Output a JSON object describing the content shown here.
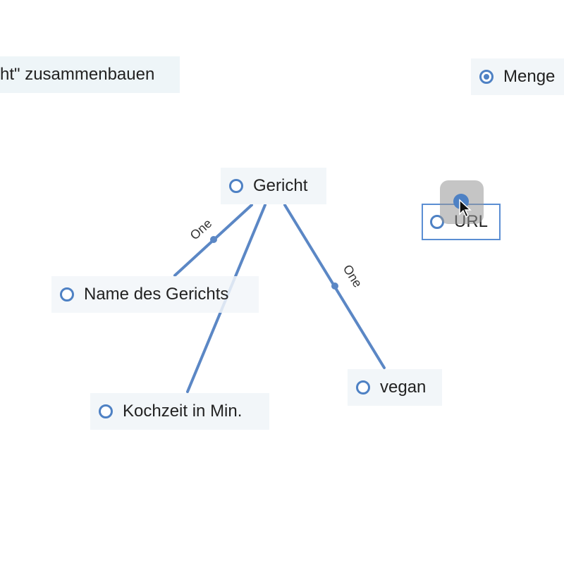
{
  "title_fragment": "ht\" zusammenbauen",
  "nodes": {
    "gericht": "Gericht",
    "name": "Name des Gerichts",
    "kochzeit": "Kochzeit in Min.",
    "vegan": "vegan",
    "url": "URL",
    "menge": "Menge"
  },
  "edge_labels": {
    "gericht_name": "One",
    "gericht_vegan": "One"
  },
  "colors": {
    "edge": "#5b87c5",
    "radio": "#4e81c4",
    "node_bg": "#f2f6f9"
  },
  "icons": [
    "radio-empty-icon",
    "radio-checked-icon",
    "cursor-arrow-icon"
  ]
}
